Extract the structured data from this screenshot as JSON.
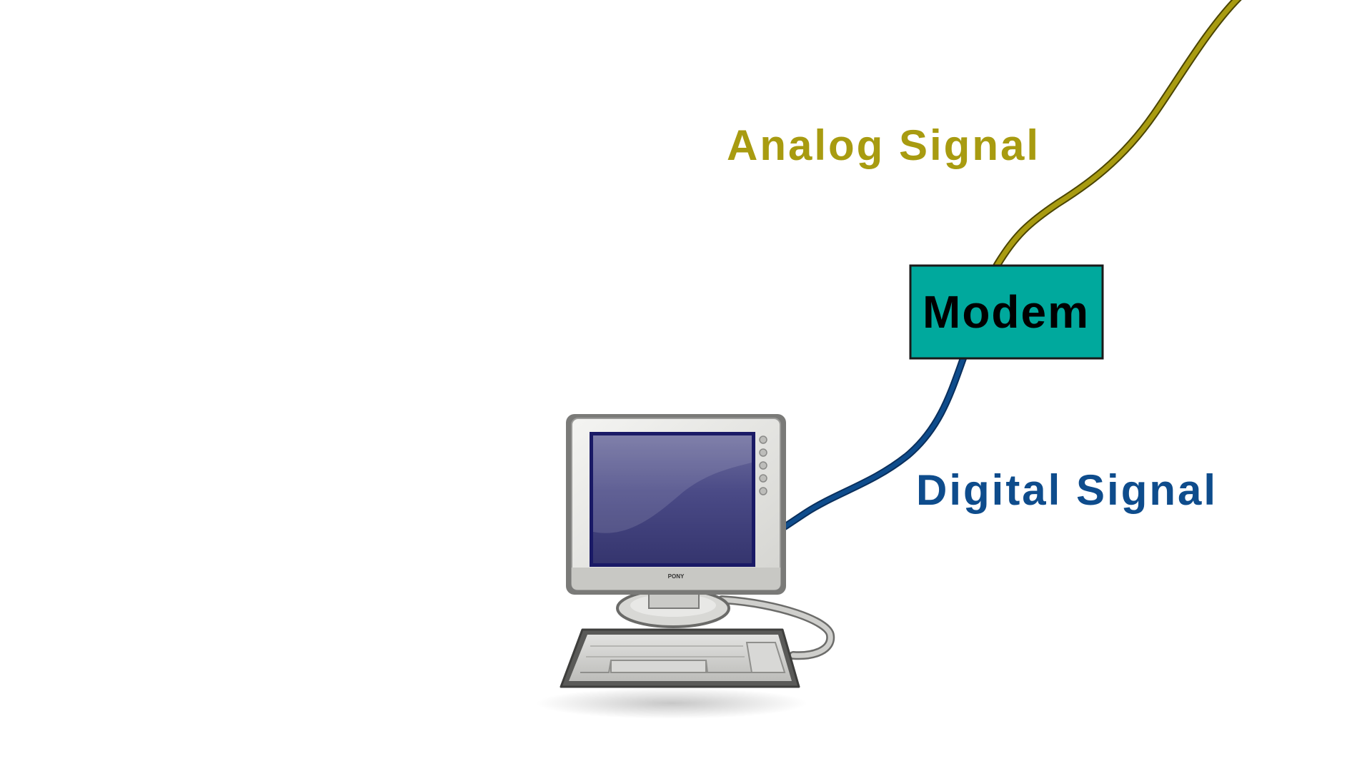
{
  "labels": {
    "analog": "Analog Signal",
    "digital": "Digital Signal",
    "modem": "Modem",
    "monitor_brand": "PONY"
  },
  "colors": {
    "analog": "#a89b10",
    "digital": "#0e4c8c",
    "modem_fill": "#00a99d",
    "screen": "#3a3a78"
  },
  "icons": {
    "computer": "desktop-computer-icon"
  }
}
